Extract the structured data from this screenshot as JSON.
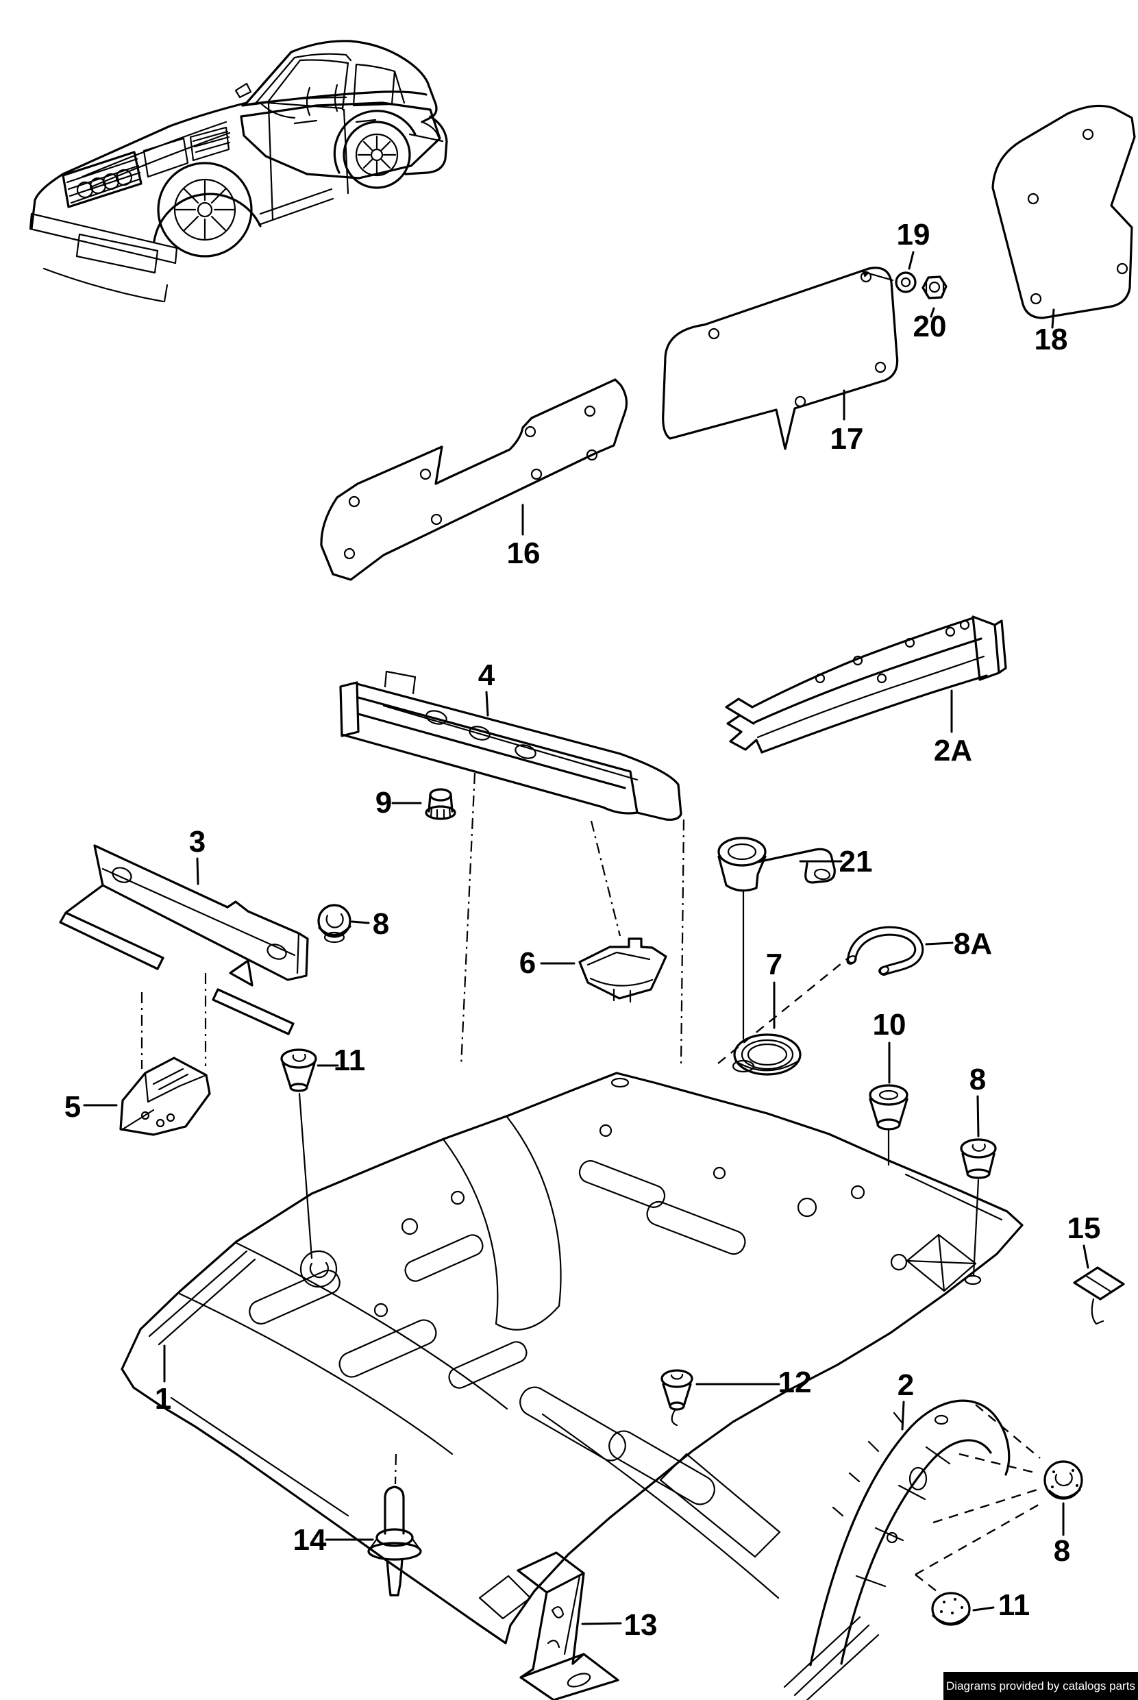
{
  "badge": {
    "text": "Diagrams provided by catalogs parts",
    "background": "#000000",
    "color": "#ffffff"
  },
  "colors": {
    "line": "#000000",
    "paper": "#ffffff"
  },
  "callouts": [
    {
      "label": "1"
    },
    {
      "label": "2"
    },
    {
      "label": "2A"
    },
    {
      "label": "3"
    },
    {
      "label": "4"
    },
    {
      "label": "5"
    },
    {
      "label": "6"
    },
    {
      "label": "7"
    },
    {
      "label": "8"
    },
    {
      "label": "8"
    },
    {
      "label": "8"
    },
    {
      "label": "8A"
    },
    {
      "label": "9"
    },
    {
      "label": "10"
    },
    {
      "label": "11"
    },
    {
      "label": "11"
    },
    {
      "label": "12"
    },
    {
      "label": "13"
    },
    {
      "label": "14"
    },
    {
      "label": "15"
    },
    {
      "label": "16"
    },
    {
      "label": "17"
    },
    {
      "label": "18"
    },
    {
      "label": "19"
    },
    {
      "label": "20"
    },
    {
      "label": "21"
    }
  ]
}
